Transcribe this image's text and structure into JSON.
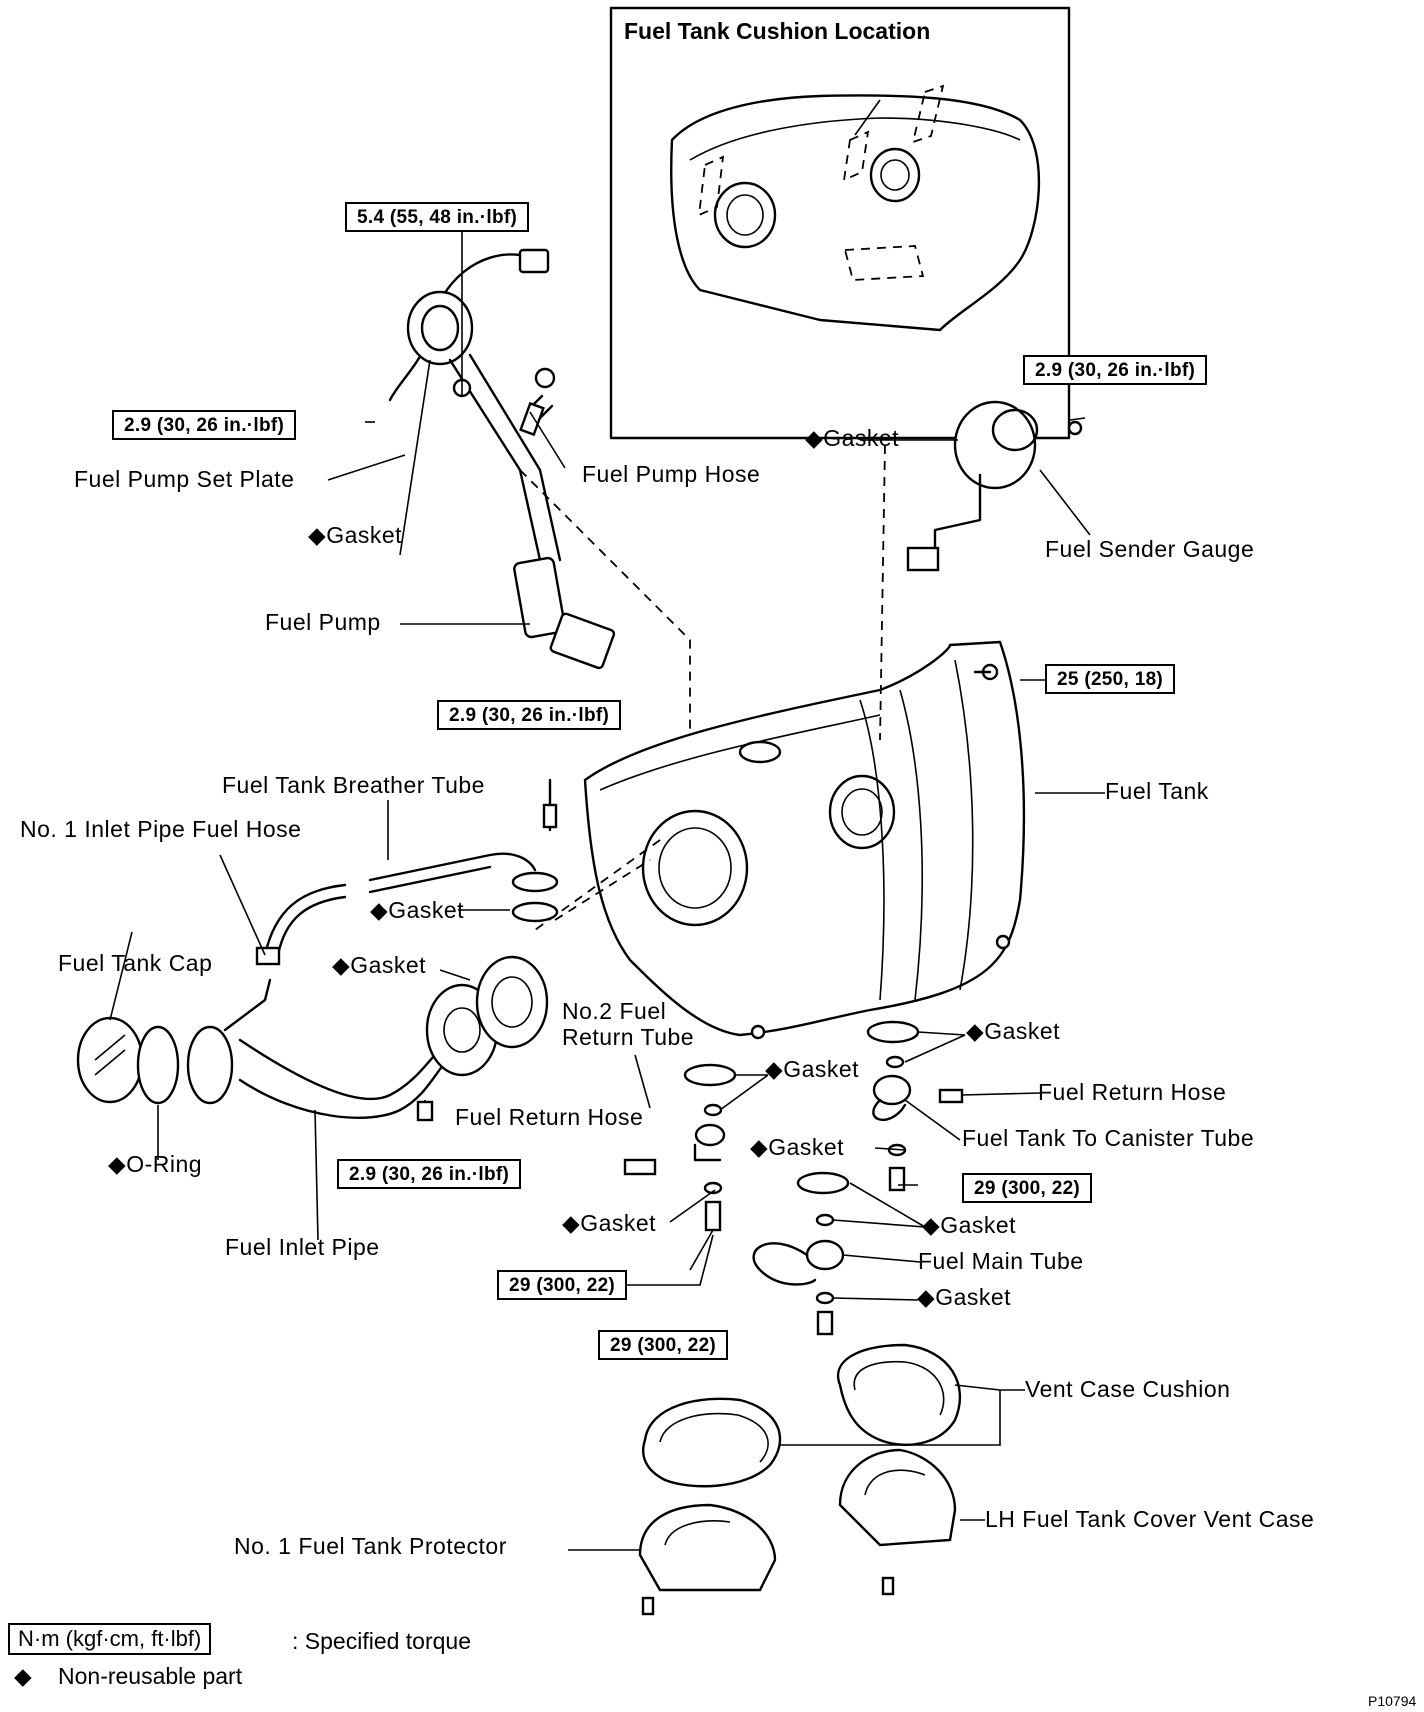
{
  "inset": {
    "title": "Fuel Tank Cushion Location"
  },
  "torques": {
    "t_top": "5.4 (55, 48 in.·lbf)",
    "t_pump_plate": "2.9 (30, 26 in.·lbf)",
    "t_sender": "2.9 (30, 26 in.·lbf)",
    "t_tank": "25 (250, 18)",
    "t_breather": "2.9 (30, 26 in.·lbf)",
    "t_inlet": "2.9 (30, 26 in.·lbf)",
    "t_return": "29 (300, 22)",
    "t_canister": "29 (300, 22)",
    "t_main": "29 (300, 22)"
  },
  "labels": {
    "fuel_pump_set_plate": "Fuel Pump Set Plate",
    "fuel_pump_hose": "Fuel Pump Hose",
    "gasket_pump": "◆Gasket",
    "fuel_pump": "Fuel Pump",
    "gasket_sender": "◆Gasket",
    "fuel_sender_gauge": "Fuel Sender Gauge",
    "fuel_tank": "Fuel Tank",
    "breather_tube": "Fuel Tank Breather Tube",
    "inlet_pipe_hose": "No. 1 Inlet Pipe Fuel Hose",
    "gasket_breather": "◆Gasket",
    "fuel_tank_cap": "Fuel Tank Cap",
    "gasket_inlet": "◆Gasket",
    "no2_return_tube": "No.2 Fuel\nReturn Tube",
    "gasket_canister_top": "◆Gasket",
    "gasket_return_top": "◆Gasket",
    "fuel_return_hose_right": "Fuel Return Hose",
    "canister_tube": "Fuel Tank To Canister Tube",
    "fuel_return_hose_mid": "Fuel Return Hose",
    "gasket_canister_bolt": "◆Gasket",
    "o_ring": "◆O-Ring",
    "fuel_inlet_pipe": "Fuel Inlet Pipe",
    "gasket_return_bolt": "◆Gasket",
    "gasket_main_top": "◆Gasket",
    "fuel_main_tube": "Fuel Main Tube",
    "gasket_main_bolt": "◆Gasket",
    "vent_case_cushion": "Vent Case Cushion",
    "lh_vent_case": "LH Fuel Tank Cover Vent Case",
    "tank_protector": "No. 1 Fuel Tank Protector"
  },
  "legend": {
    "torque_unit": "N·m (kgf·cm, ft·lbf)",
    "torque_desc": ":  Specified torque",
    "nonreusable_symbol": "◆",
    "nonreusable_desc": "Non-reusable part"
  },
  "figure_code": "P10794"
}
